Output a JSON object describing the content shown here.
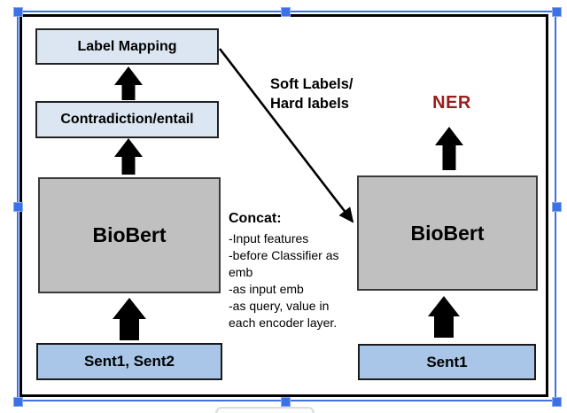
{
  "figure": {
    "left_flow": {
      "output_box": "Label Mapping",
      "middle_box": "Contradiction/entail",
      "model_box": "BioBert",
      "input_box": "Sent1, Sent2"
    },
    "right_flow": {
      "task_label": "NER",
      "model_box": "BioBert",
      "input_box": "Sent1"
    },
    "annotations": {
      "transfer_label": "Soft Labels/\nHard labels",
      "concat_title": "Concat:",
      "concat_details": "-Input features\n-before Classifier as\nemb\n-as input emb\n-as query, value in\neach encoder layer."
    },
    "colors": {
      "light_blue_box": "#dce6f2",
      "steel_blue_box": "#a9c6e8",
      "gray_box": "#c0c0c0",
      "ner_red": "#9c1c1c",
      "selection_blue": "#3b70e6",
      "frame_black": "#000000"
    }
  }
}
